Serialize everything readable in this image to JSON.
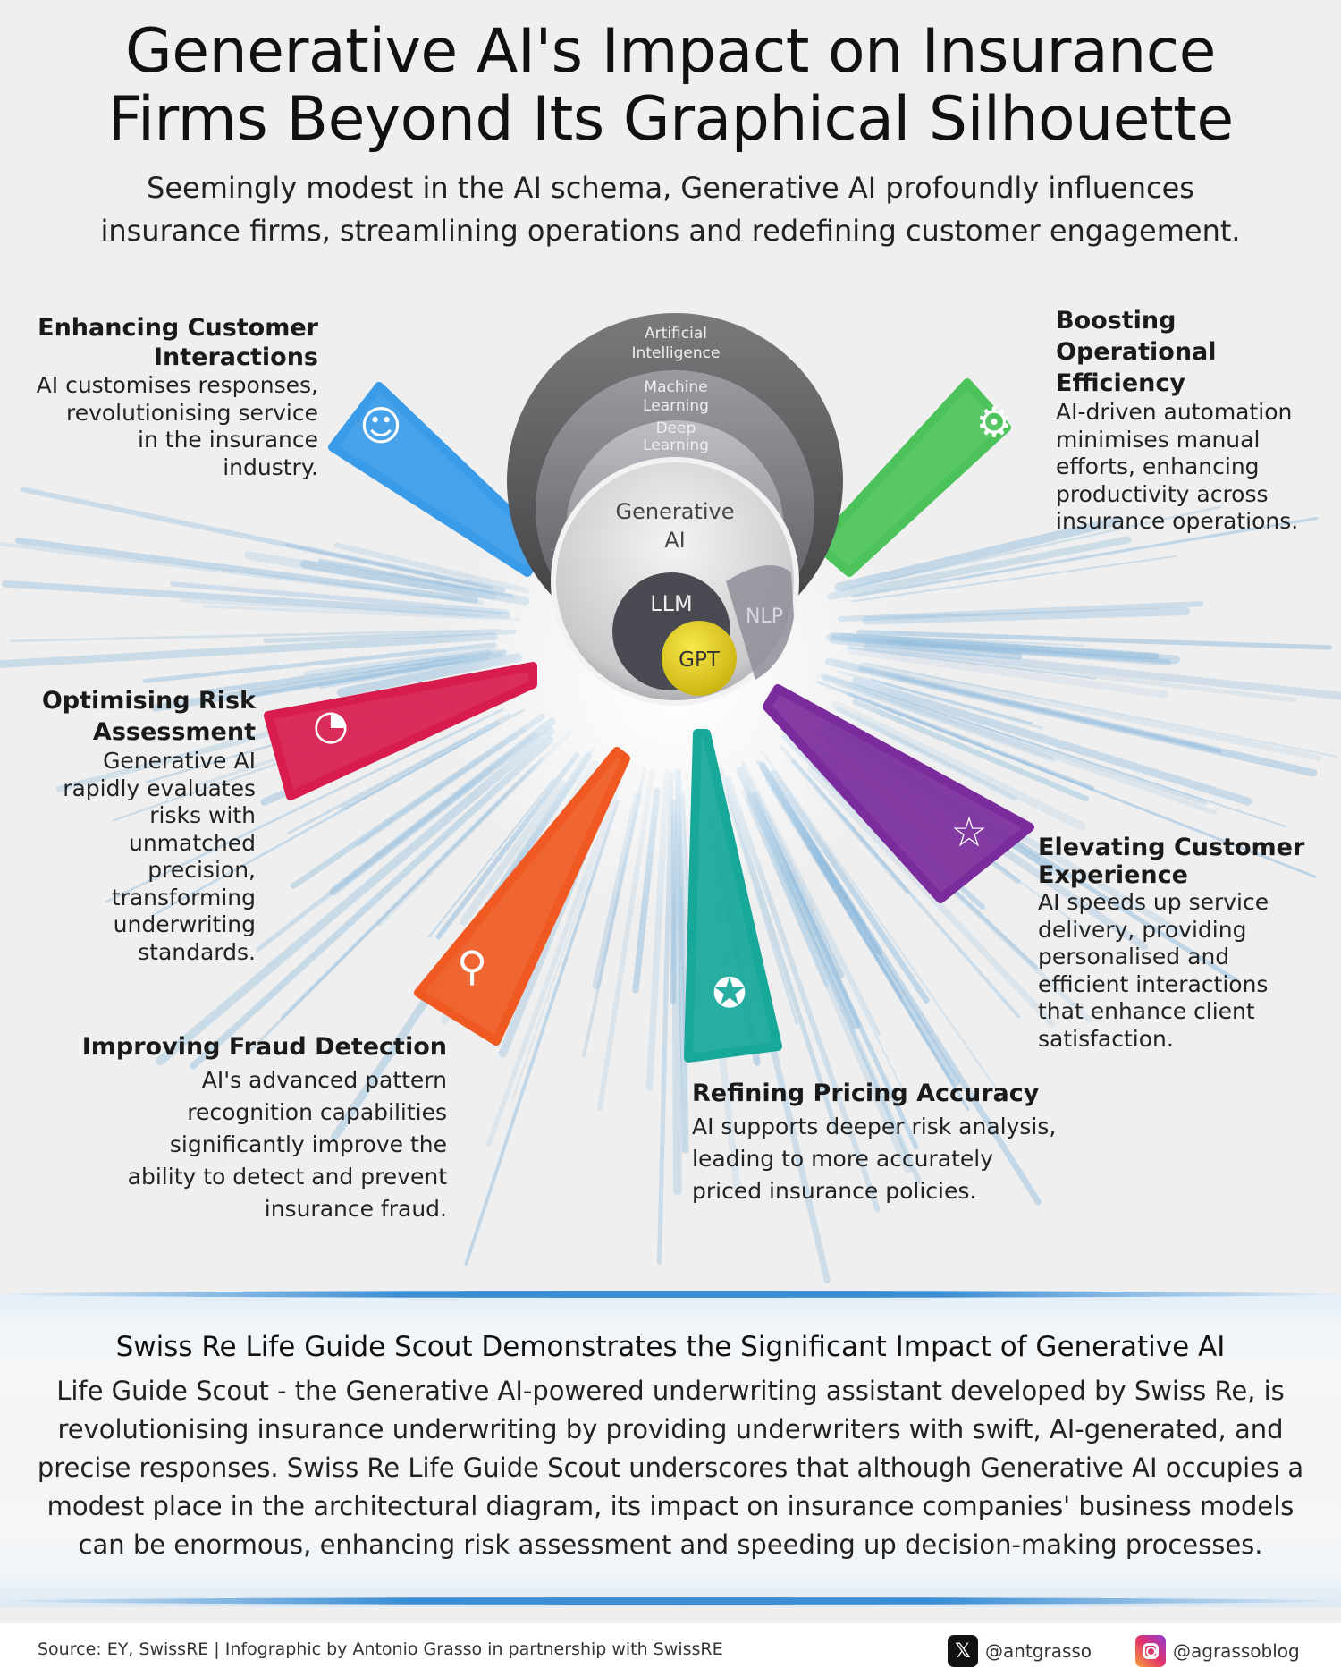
{
  "header": {
    "title_line1": "Generative AI's Impact on Insurance",
    "title_line2": "Firms Beyond Its Graphical Silhouette",
    "subtitle_line1": "Seemingly modest in the AI schema, Generative AI profoundly influences",
    "subtitle_line2": "insurance firms, streamlining operations and redefining customer engagement."
  },
  "diagram": {
    "ai": [
      "Artificial",
      "Intelligence"
    ],
    "ml": [
      "Machine",
      "Learning"
    ],
    "dl": [
      "Deep",
      "Learning"
    ],
    "genai": [
      "Generative",
      "AI"
    ],
    "llm": "LLM",
    "nlp": "NLP",
    "gpt": "GPT",
    "colors": {
      "gpt": "#e8d21c",
      "ray": "#8ab8dc"
    }
  },
  "impacts": [
    {
      "title": "Enhancing Customer Interactions",
      "title_lines": [
        "Enhancing Customer",
        "Interactions"
      ],
      "lines": [
        "AI customises responses,",
        "revolutionising service",
        "in the insurance",
        "industry."
      ],
      "icon": "people-chat-icon",
      "color": "#3a9be8"
    },
    {
      "title_lines": [
        "Boosting Operational",
        "Efficiency"
      ],
      "lines": [
        "AI-driven automation",
        "minimises manual",
        "efforts, enhancing",
        "productivity across",
        "insurance operations."
      ],
      "icon": "hand-gear-icon",
      "color": "#4cc35a"
    },
    {
      "title_lines": [
        "Optimising Risk",
        "Assessment"
      ],
      "lines": [
        "Generative AI",
        "rapidly evaluates",
        "risks with",
        "unmatched",
        "precision,",
        "transforming",
        "underwriting",
        "standards."
      ],
      "icon": "gauge-icon",
      "color": "#d81c4e"
    },
    {
      "title_lines": [
        "Elevating Customer",
        "Experience"
      ],
      "lines": [
        "AI speeds up service",
        "delivery, providing",
        "personalised and",
        "efficient interactions",
        "that enhance client",
        "satisfaction."
      ],
      "icon": "user-rating-icon",
      "color": "#7b2c9c"
    },
    {
      "title_lines": [
        "Improving Fraud Detection"
      ],
      "lines": [
        "AI's advanced pattern",
        "recognition capabilities",
        "significantly improve the",
        "ability to detect and prevent",
        "insurance fraud."
      ],
      "icon": "magnifier-gear-icon",
      "color": "#f05a22"
    },
    {
      "title_lines": [
        "Refining Pricing Accuracy"
      ],
      "lines": [
        "AI supports deeper risk analysis,",
        "leading to more accurately",
        "priced insurance policies."
      ],
      "icon": "award-badge-icon",
      "color": "#17a89a"
    }
  ],
  "case_study": {
    "title": "Swiss Re Life Guide Scout Demonstrates the Significant Impact of Generative AI",
    "lines": [
      "Life Guide Scout - the Generative AI-powered underwriting assistant developed by Swiss Re, is",
      "revolutionising insurance underwriting by providing underwriters with swift, AI-generated, and",
      "precise responses. Swiss Re Life Guide Scout underscores that although Generative AI occupies a",
      "modest place in the architectural diagram, its impact on insurance companies' business models",
      "can be enormous, enhancing risk assessment and speeding up decision-making processes."
    ]
  },
  "footer": {
    "source": "Source: EY, SwissRE | Infographic by Antonio Grasso in partnership with SwissRE",
    "x_handle": "@antgrasso",
    "instagram_handle": "@agrassoblog",
    "x_icon": "x-logo-icon",
    "instagram_icon": "instagram-logo-icon"
  }
}
